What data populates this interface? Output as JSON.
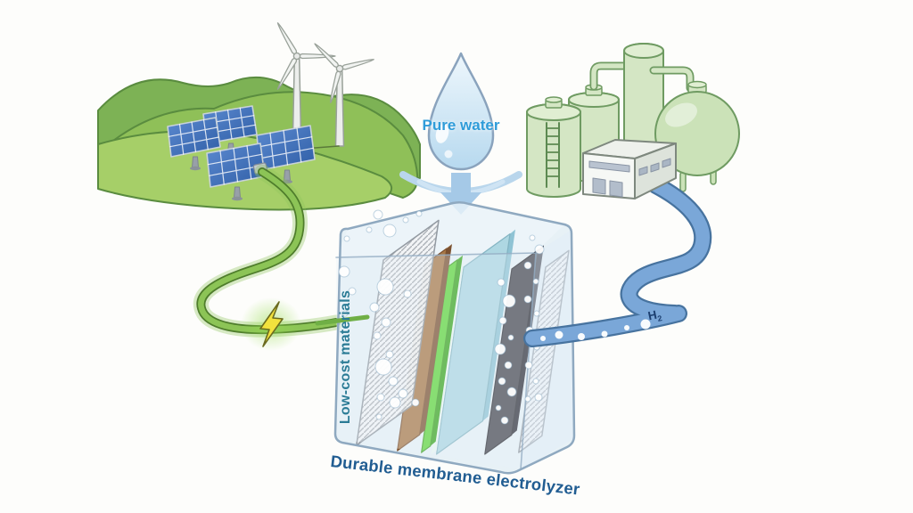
{
  "labels": {
    "pure_water": "Pure water",
    "low_cost_materials": "Low-cost materials",
    "durable_membrane": "Durable membrane electrolyzer",
    "h2": {
      "symbol": "H",
      "subscript": "2"
    }
  },
  "colors": {
    "background": "#fdfdfb",
    "hill_back": "#7db255",
    "hill_mid": "#8fc058",
    "hill_front": "#a6cf68",
    "hill_outline": "#5a8c3f",
    "solar_panel_top": "#5c8ad0",
    "solar_panel_bottom": "#2f5ea6",
    "cable_green": "#8cc456",
    "cable_outline": "#4f7d2c",
    "lightning_yellow": "#f2e13d",
    "droplet_fill_light": "#eef7fc",
    "droplet_fill_dark": "#b7d9ef",
    "droplet_outline": "#8aa3bd",
    "arrow_blue": "#a5c9e7",
    "pure_water_text": "#2f9cd9",
    "tank_green": "#d4e6c4",
    "tank_top": "#e0eed2",
    "tank_outline": "#6f9b62",
    "sphere_green": "#cbe2b8",
    "building_front": "#f6f8f5",
    "building_side": "#dde3db",
    "building_window": "#b2bdcb",
    "pipe_blue": "#7aa7d8",
    "pipe_outline": "#47739f",
    "cube_fill": "#d8e7f3",
    "cube_outline": "#8fa9c0",
    "plate_brown": "#a87847",
    "plate_brown_side": "#7b5130",
    "plate_brown_top": "#c79e6f",
    "plate_green": "#5fd63a",
    "plate_membrane": "rgba(168,212,224,0.92)",
    "plate_dark": "#46464e",
    "label_teal": "#2a7b95",
    "label_blue": "#215d92",
    "h2_text": "#1c3f70"
  },
  "electrolyzer": {
    "layers": [
      {
        "name": "porous-mesh-layer-front",
        "type": "mesh"
      },
      {
        "name": "brown-electrode-plate",
        "type": "solid"
      },
      {
        "name": "green-catalyst-layer",
        "type": "solid"
      },
      {
        "name": "cyan-membrane-layer",
        "type": "solid"
      },
      {
        "name": "dark-electrode-plate",
        "type": "solid"
      },
      {
        "name": "porous-mesh-layer-back",
        "type": "mesh"
      }
    ],
    "bubbles": [
      [
        424,
        241,
        5
      ],
      [
        437,
        259,
        7
      ],
      [
        414,
        258,
        3
      ],
      [
        455,
        247,
        3
      ],
      [
        470,
        240,
        3
      ],
      [
        389,
        268,
        3
      ],
      [
        386,
        305,
        6
      ],
      [
        395,
        327,
        4
      ],
      [
        387,
        352,
        3
      ],
      [
        432,
        322,
        9
      ],
      [
        420,
        345,
        5
      ],
      [
        433,
        362,
        5
      ],
      [
        423,
        377,
        4
      ],
      [
        437,
        398,
        4
      ],
      [
        430,
        412,
        9
      ],
      [
        441,
        428,
        5
      ],
      [
        427,
        446,
        4
      ],
      [
        443,
        452,
        6
      ],
      [
        425,
        468,
        3
      ],
      [
        457,
        330,
        4
      ],
      [
        452,
        442,
        5
      ],
      [
        466,
        452,
        4
      ],
      [
        562,
        317,
        4
      ],
      [
        571,
        338,
        7
      ],
      [
        564,
        360,
        4
      ],
      [
        573,
        379,
        3
      ],
      [
        561,
        392,
        6
      ],
      [
        570,
        410,
        4
      ],
      [
        563,
        428,
        4
      ],
      [
        574,
        440,
        5
      ],
      [
        559,
        458,
        3
      ],
      [
        566,
        472,
        4
      ],
      [
        597,
        267,
        3
      ],
      [
        605,
        280,
        5
      ],
      [
        592,
        298,
        4
      ],
      [
        601,
        316,
        3
      ],
      [
        592,
        336,
        4
      ],
      [
        602,
        352,
        3
      ],
      [
        594,
        371,
        4
      ],
      [
        602,
        390,
        3
      ],
      [
        593,
        410,
        4
      ],
      [
        601,
        428,
        3
      ],
      [
        592,
        448,
        3
      ],
      [
        604,
        446,
        4
      ]
    ],
    "pipe_bubbles": [
      [
        609,
        380,
        3
      ],
      [
        627,
        376,
        4.5
      ],
      [
        652,
        378,
        4
      ],
      [
        678,
        375,
        3.5
      ],
      [
        703,
        368,
        3
      ],
      [
        724,
        364,
        5.5
      ]
    ]
  }
}
